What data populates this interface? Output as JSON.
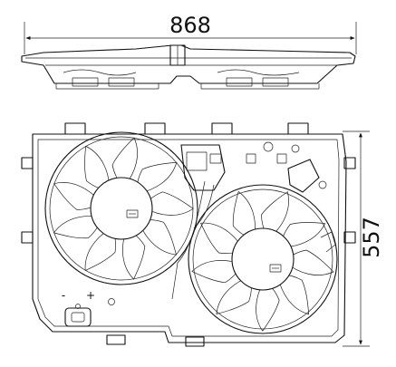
{
  "dimensions": {
    "width_label": "868",
    "height_label": "557"
  },
  "connector": {
    "minus_label": "-",
    "plus_label": "+"
  },
  "views": [
    "top-view",
    "front-view"
  ]
}
